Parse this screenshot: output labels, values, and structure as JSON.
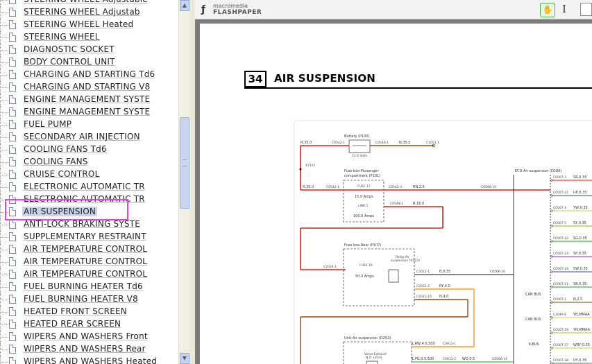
{
  "nav": {
    "items": [
      "STEERING WHEEL Adjustable",
      "STEERING WHEEL Adjustab",
      "STEERING WHEEL Heated",
      "STEERING WHEEL",
      "DIAGNOSTIC SOCKET",
      "BODY CONTROL UNIT",
      "CHARGING AND STARTING Td6",
      "CHARGING AND STARTING V8",
      "ENGINE MANAGEMENT SYSTE",
      "ENGINE MANAGEMENT SYSTE",
      "FUEL PUMP",
      "SECONDARY AIR INJECTION",
      "COOLING FANS Td6",
      "COOLING FANS",
      "CRUISE CONTROL",
      "ELECTRONIC AUTOMATIC TR",
      "ELECTRONIC AUTOMATIC TR",
      "AIR SUSPENSION",
      "ANTI-LOCK BRAKING SYSTE",
      "SUPPLEMENTARY RESTRAINT",
      "AIR TEMPERATURE CONTROL",
      "AIR TEMPERATURE CONTROL",
      "AIR TEMPERATURE CONTROL",
      "FUEL BURNING HEATER Td6",
      "FUEL BURNING HEATER V8",
      "HEATED FRONT SCREEN",
      "HEATED REAR SCREEN",
      "WIPERS AND WASHERS Front",
      "WIPERS AND WASHERS Rear",
      "WIPERS AND WASHERS Heated"
    ],
    "selected_index": 17
  },
  "toolbar": {
    "logo_top": "macromedia",
    "logo_bottom": "FLASHPAPER",
    "hand_icon": "hand-icon",
    "text_icon": "text-cursor-icon"
  },
  "document": {
    "section_number": "34",
    "section_title": "AIR SUSPENSION"
  },
  "diagram": {
    "battery": "Battery (P100)",
    "battery_volts": "12.0 Volts",
    "fusebox_passenger": "Fuse box-Passenger",
    "fusebox_passenger_2": "compartment (P101)",
    "fuse_a_name": "FUSE 17",
    "fuse_a_amps": "15.0 Amps",
    "link_name": "LINK 5",
    "link_amps": "100.0 Amps",
    "fusebox_rear": "Fuse box-Rear (P107)",
    "fuse_b_name": "FUSE 16",
    "fuse_b_amps": "50.0 Amps",
    "relay": "Relay-Air",
    "relay_2": "suspension (R123)",
    "ecu": "ECU-Air suspension (D186)",
    "unit": "Unit-Air suspension (D252)",
    "valve": "Valve-Exhaust",
    "valve_2": "N.O. (V23)",
    "splice": "X7101",
    "wires": {
      "r35a": "R,35.0",
      "n35": "N,35.0",
      "r35b": "R,35.0",
      "rn25": "RN,2.5",
      "r16": "R,16.0",
      "b25": "B,0.35",
      "ry4": "RY,4.0",
      "n4": "N,4.0",
      "rwa": "1,RW,4.0,500",
      "upg": "1,PG,0.5,500",
      "wg": "WG,0.5"
    },
    "connectors": {
      "c0542": "C0542-1",
      "c0546": "C0546-1",
      "c1051": "C1051-1",
      "c0542b": "C0542-1",
      "c0542c": "C0542-3",
      "c0548": "C0548-1",
      "c0566": "C0566-10",
      "c2034": "C2034-1",
      "c2022a": "C2022-1",
      "c2022b": "C2022-2",
      "c2021": "C2021-10",
      "c0566b": "C0566-16",
      "c0913": "C0913-1",
      "c0913b": "C0913-2",
      "c0566c": "C0566-14"
    },
    "ecu_pins": [
      {
        "pin": "C0567-3",
        "wire": "SR,0.35",
        "color": "#e8433a"
      },
      {
        "pin": "C0567-21",
        "wire": "UP,0.35",
        "color": "#5a6cd8"
      },
      {
        "pin": "C0567-4",
        "wire": "YW,0.35",
        "color": "#e2d84a"
      },
      {
        "pin": "C0567-5",
        "wire": "SY,0.35",
        "color": "#a8c83a"
      },
      {
        "pin": "C0567-22",
        "wire": "SG,0.35",
        "color": "#4fb04f"
      },
      {
        "pin": "C0567-23",
        "wire": "SP,0.35",
        "color": "#b04fd0"
      },
      {
        "pin": "C0567-19",
        "wire": "SW,0.35",
        "color": "#5a6cd8"
      },
      {
        "pin": "C0567-11",
        "wire": "SB,0.35",
        "color": "#4fb04f"
      },
      {
        "pin": "C0567-2",
        "wire": "N,2.5",
        "color": "#9a6a3a"
      },
      {
        "pin": "C2049-6",
        "wire": "YB,MMAA",
        "color": "#e2d84a"
      },
      {
        "pin": "C0567-29",
        "wire": "YN,MMAA",
        "color": "#d8c83a"
      },
      {
        "pin": "C0567-37",
        "wire": "WRY,0.35",
        "color": "#e2d84a"
      },
      {
        "pin": "C0567-38",
        "wire": "UY,0.35",
        "color": "#4fb04f"
      }
    ],
    "bus_labels": [
      "CAN BUS",
      "CAN BUS",
      "K-BUS"
    ]
  }
}
